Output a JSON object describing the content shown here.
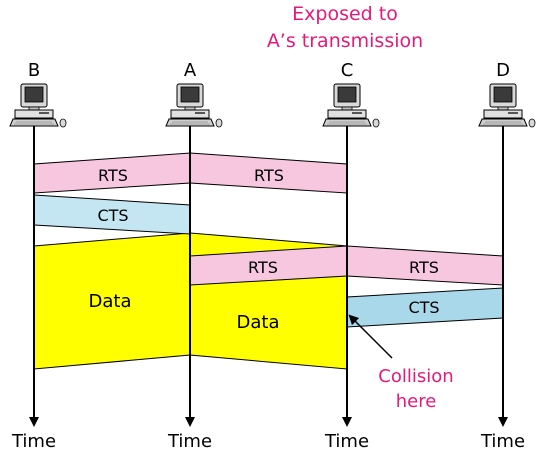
{
  "header": {
    "exposed_line1": "Exposed to",
    "exposed_line2": "A’s transmission"
  },
  "stations": [
    {
      "id": "B",
      "label": "B",
      "time_label": "Time"
    },
    {
      "id": "A",
      "label": "A",
      "time_label": "Time"
    },
    {
      "id": "C",
      "label": "C",
      "time_label": "Time"
    },
    {
      "id": "D",
      "label": "D",
      "time_label": "Time"
    }
  ],
  "frames": {
    "rts_a_to_b": "RTS",
    "rts_a_to_c": "RTS",
    "cts_b": "CTS",
    "data_b": "Data",
    "rts_c_from_a": "RTS",
    "rts_c_to_d": "RTS",
    "cts_d": "CTS",
    "data_a": "Data"
  },
  "annotation": {
    "line1": "Collision",
    "line2": "here"
  },
  "colors": {
    "rts": "#f7c6df",
    "cts": "#c4e6f2",
    "cts_d": "#a8d8ea",
    "data": "#ffff00",
    "accent": "#e6197a"
  }
}
